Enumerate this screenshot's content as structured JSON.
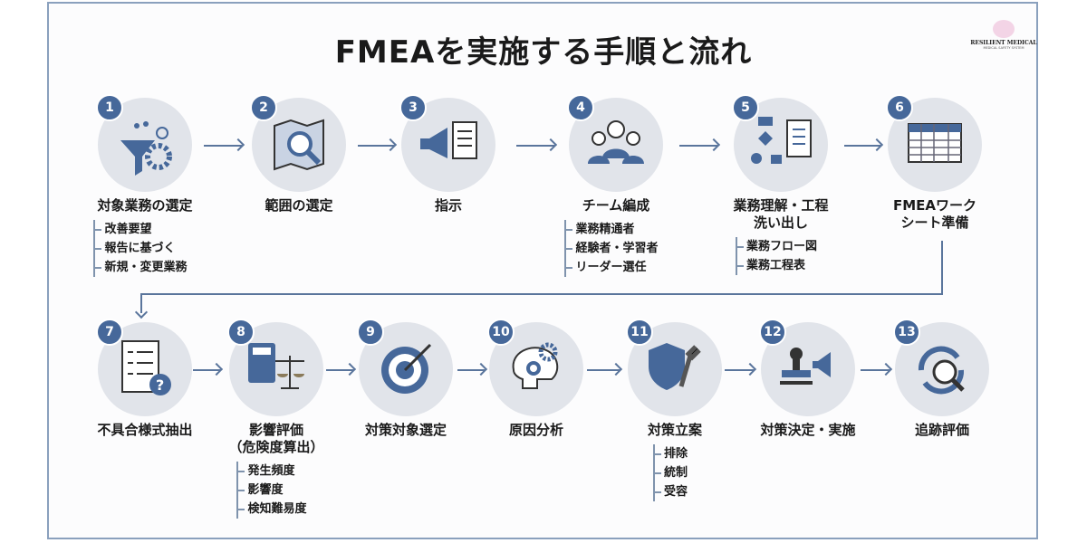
{
  "title": "FMEAを実施する手順と流れ",
  "logo": {
    "name": "RESILIENT MEDICAL",
    "tagline": "MEDICAL SAFETY SYSTEM"
  },
  "colors": {
    "accent": "#46689a",
    "circle": "#e1e4ea"
  },
  "steps": [
    {
      "num": "1",
      "label": "対象業務の選定",
      "icon": "funnel-gear-icon",
      "subs": [
        "改善要望",
        "報告に基づく",
        "新規・変更業務"
      ]
    },
    {
      "num": "2",
      "label": "範囲の選定",
      "icon": "map-magnifier-icon",
      "subs": []
    },
    {
      "num": "3",
      "label": "指示",
      "icon": "megaphone-document-icon",
      "subs": []
    },
    {
      "num": "4",
      "label": "チーム編成",
      "icon": "team-icon",
      "subs": [
        "業務精通者",
        "経験者・学習者",
        "リーダー選任"
      ]
    },
    {
      "num": "5",
      "label": "業務理解・工程\n洗い出し",
      "icon": "flowchart-icon",
      "subs": [
        "業務フロー図",
        "業務工程表"
      ]
    },
    {
      "num": "6",
      "label": "FMEAワーク\nシート準備",
      "icon": "spreadsheet-icon",
      "subs": []
    },
    {
      "num": "7",
      "label": "不具合様式抽出",
      "icon": "checklist-question-icon",
      "subs": []
    },
    {
      "num": "8",
      "label": "影響評価\n（危険度算出）",
      "icon": "calculator-scale-icon",
      "subs": [
        "発生頻度",
        "影響度",
        "検知難易度"
      ]
    },
    {
      "num": "9",
      "label": "対策対象選定",
      "icon": "target-icon",
      "subs": []
    },
    {
      "num": "10",
      "label": "原因分析",
      "icon": "brain-gear-icon",
      "subs": []
    },
    {
      "num": "11",
      "label": "対策立案",
      "icon": "shield-wrench-icon",
      "subs": [
        "排除",
        "統制",
        "受容"
      ]
    },
    {
      "num": "12",
      "label": "対策決定・実施",
      "icon": "stamp-megaphone-icon",
      "subs": []
    },
    {
      "num": "13",
      "label": "追跡評価",
      "icon": "cycle-magnifier-icon",
      "subs": []
    }
  ]
}
